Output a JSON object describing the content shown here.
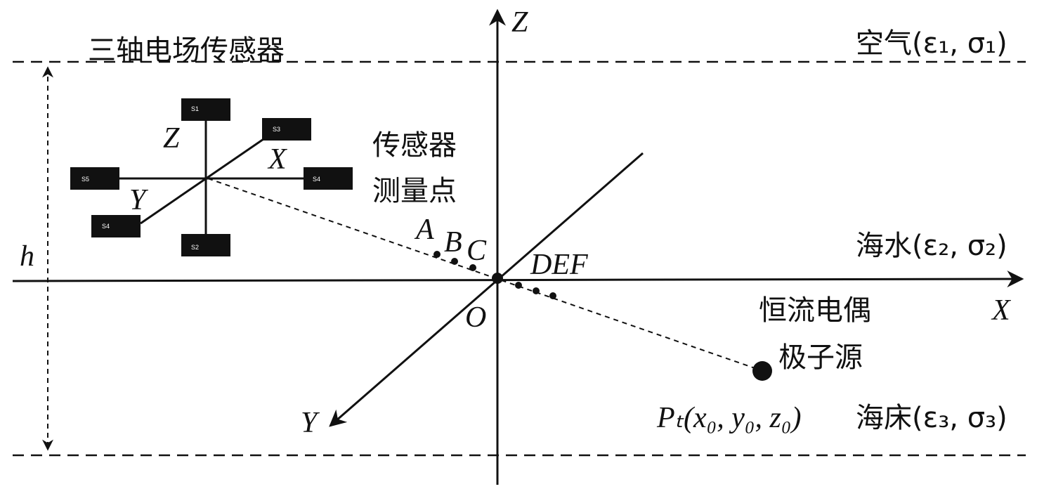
{
  "title": "三轴电场传感器",
  "axes": {
    "z": "Z",
    "x": "X",
    "y": "Y",
    "origin": "O",
    "h": "h"
  },
  "sensor": {
    "axes": {
      "z": "Z",
      "x": "X",
      "y": "Y"
    },
    "electrodes": [
      "S1",
      "S2",
      "S3",
      "S4",
      "S4",
      "S5"
    ]
  },
  "measure_label": [
    "传感器",
    "测量点"
  ],
  "points": {
    "abc_a": "A",
    "abc_b": "B",
    "abc_c": "C",
    "def": "DEF"
  },
  "source_label": [
    "恒流电偶",
    "极子源"
  ],
  "source_point": "Pₜ(x₀, y₀, z₀)",
  "layers": {
    "air": "空气(ε₁, σ₁)",
    "sea": "海水(ε₂, σ₂)",
    "seabed": "海床(ε₃, σ₃)"
  }
}
